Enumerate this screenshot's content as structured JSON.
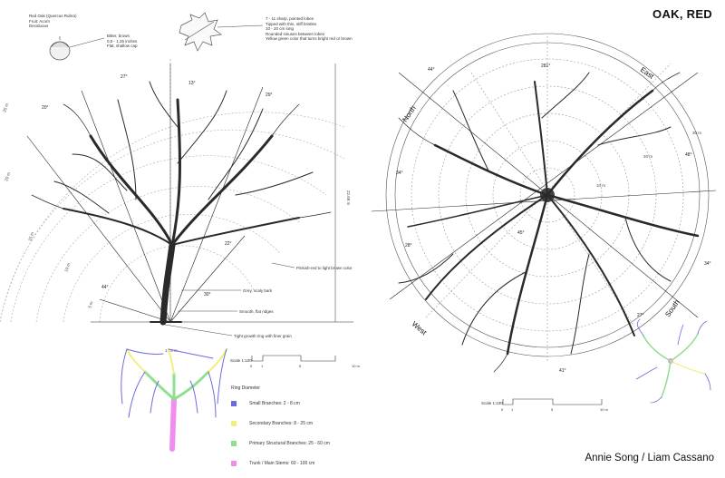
{
  "title": "OAK, RED",
  "credits": "Annie Song / Liam Cassano",
  "species": {
    "name": "Red Oak (Quercus Rubra)",
    "fruit": "Fruit: Acorn",
    "type": "Deciduous"
  },
  "acorn_note": [
    "Bitter, brown",
    "0.5 - 1.25 inches",
    "Flat, shallow cap"
  ],
  "leaf_note": [
    "7 - 11 sharp, pointed lobes",
    "Tipped with thin, stiff bristles",
    "10 - 20 cm long",
    "Rounded sinuses between lobes",
    "Yellow green color that turns bright red or brown"
  ],
  "elevation": {
    "angles": [
      "27°",
      "13°",
      "29°",
      "20°",
      "22°",
      "44°",
      "30°"
    ],
    "ring_labels": [
      "25 m",
      "20 m",
      "15 m",
      "10 m",
      "5 m"
    ],
    "height_label": "22.68 m",
    "width_label": "1.14 m",
    "annotations": {
      "bark": "Grey, scaly bark",
      "twig": "Pinkish-red to light brown color",
      "ridges": "Smooth, flat ridges",
      "ring": "Tight growth ring with finer grain"
    },
    "scale": {
      "label": "Scale 1:100",
      "ticks": [
        "0",
        "1",
        "5",
        "10 m"
      ]
    }
  },
  "plan": {
    "directions": {
      "north": "North",
      "east": "East",
      "south": "South",
      "west": "West"
    },
    "angles": [
      "281°",
      "44°",
      "34°",
      "48°",
      "28°",
      "34°",
      "27°",
      "41°",
      "45°"
    ],
    "ring_labels": [
      "30 m",
      "20 m",
      "10 m"
    ],
    "scale": {
      "label": "Scale 1:100",
      "ticks": [
        "0",
        "1",
        "5",
        "10 m"
      ]
    }
  },
  "legend": {
    "title": "Ring Diameter",
    "items": [
      {
        "label": "Small Branches: 2 - 8 cm",
        "color": "#6b6be0"
      },
      {
        "label": "Secondary Branches: 8 - 25 cm",
        "color": "#f0f07a"
      },
      {
        "label": "Primary Structural Branches: 25 - 60 cm",
        "color": "#8ee08e"
      },
      {
        "label": "Trunk / Main Stems: 60 - 100 cm",
        "color": "#f08ef0"
      }
    ]
  }
}
